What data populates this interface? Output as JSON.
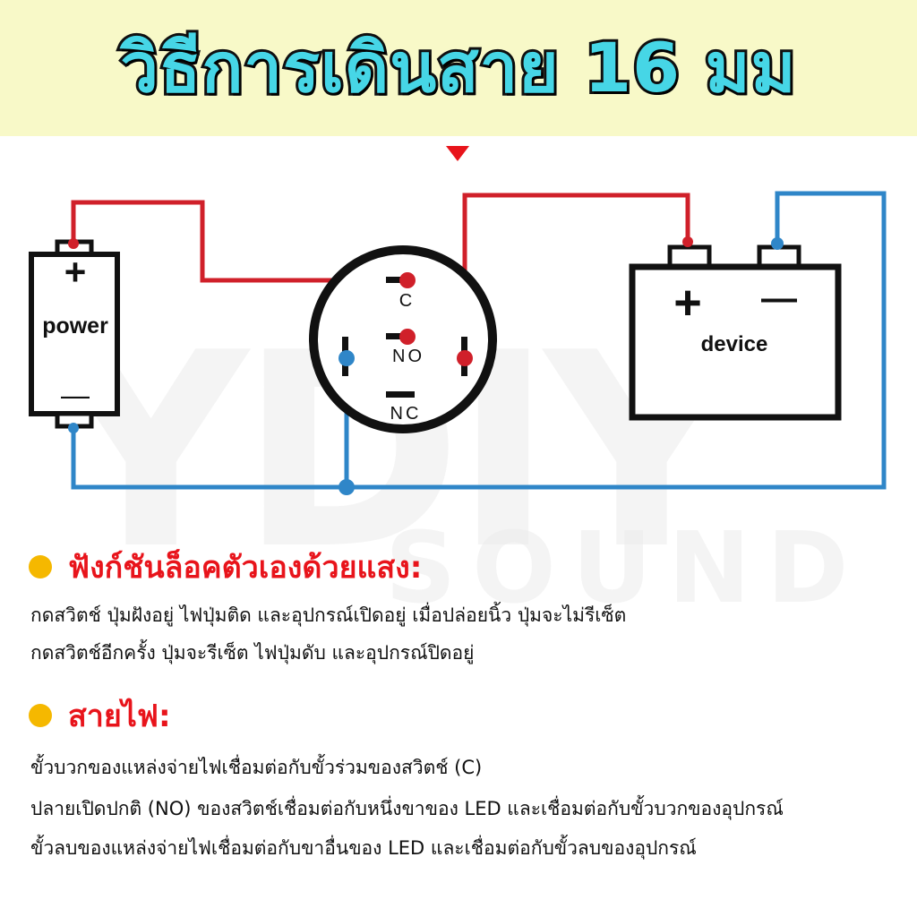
{
  "header": {
    "title": "วิธีการเดินสาย 16 มม"
  },
  "diagram": {
    "power_label": "power",
    "power_plus": "+",
    "power_minus": "—",
    "device_label": "device",
    "device_plus": "+",
    "device_minus": "—",
    "terminal_c": "C",
    "terminal_no": "NO",
    "terminal_nc": "NC",
    "watermark_top": "YDIY",
    "watermark_bottom": "SOUND",
    "colors": {
      "positive_wire": "#d0202a",
      "negative_wire": "#2f86c8",
      "outline": "#111111"
    }
  },
  "sections": [
    {
      "heading": "ฟังก์ชันล็อคตัวเองด้วยแสง:",
      "lines": [
        "กดสวิตช์ ปุ่มฝังอยู่ ไฟปุ่มติด และอุปกรณ์เปิดอยู่ เมื่อปล่อยนิ้ว ปุ่มจะไม่รีเซ็ต",
        "กดสวิตช์อีกครั้ง ปุ่มจะรีเซ็ต ไฟปุ่มดับ และอุปกรณ์ปิดอยู่"
      ]
    },
    {
      "heading": "สายไฟ:",
      "lines": [
        "ขั้วบวกของแหล่งจ่ายไฟเชื่อมต่อกับขั้วร่วมของสวิตช์ (C)",
        "ปลายเปิดปกติ (NO) ของสวิตช์เชื่อมต่อกับหนึ่งขาของ LED และเชื่อมต่อกับขั้วบวกของอุปกรณ์",
        "ขั้วลบของแหล่งจ่ายไฟเชื่อมต่อกับขาอื่นของ LED และเชื่อมต่อกับขั้วลบของอุปกรณ์"
      ]
    }
  ]
}
